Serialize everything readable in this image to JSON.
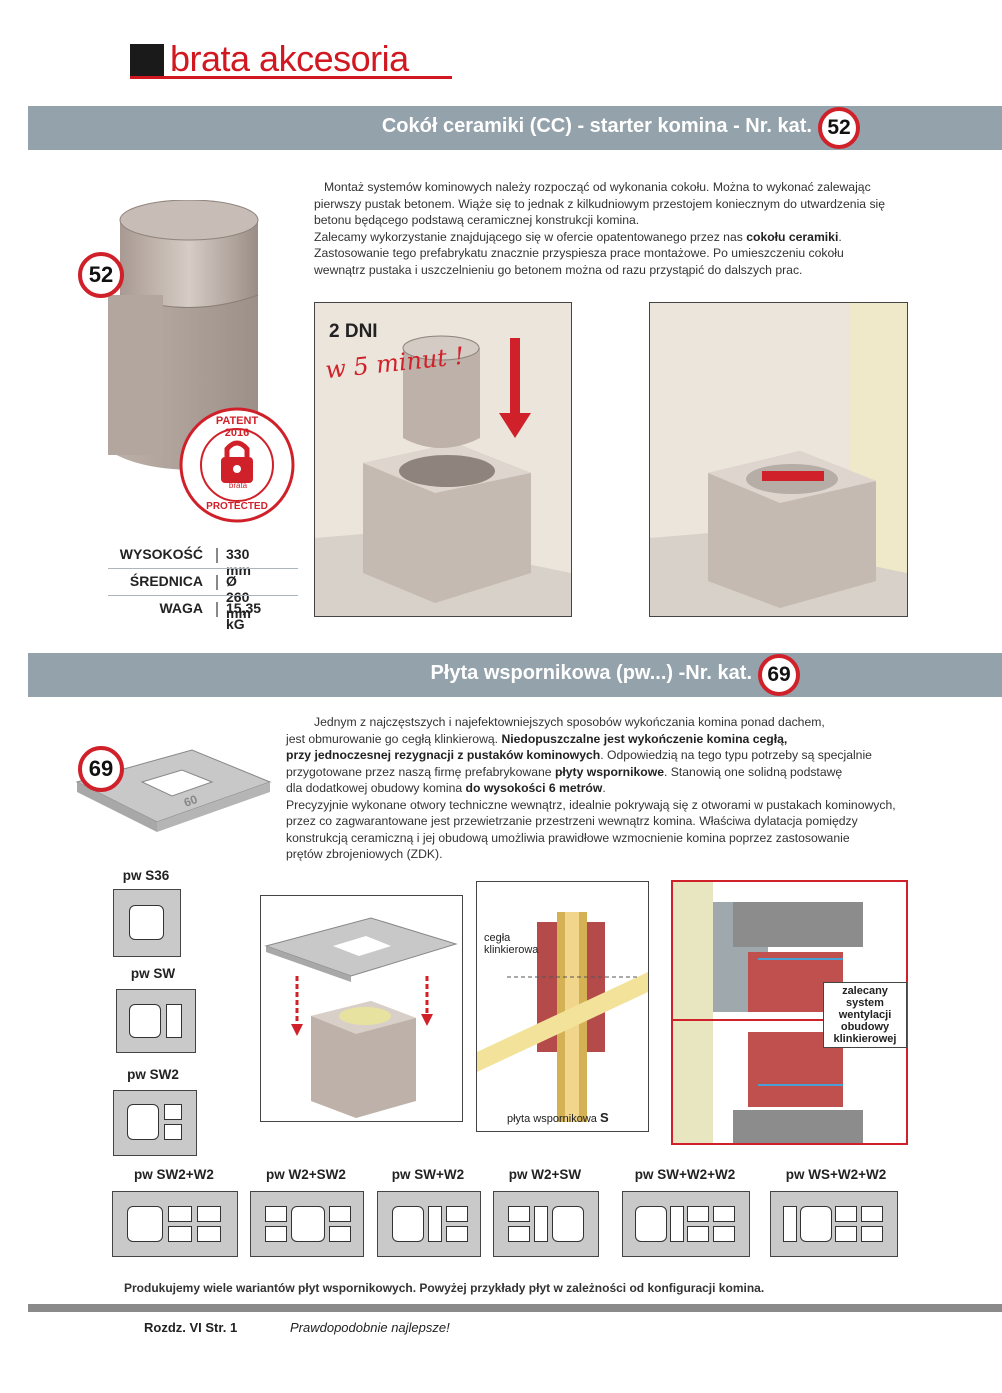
{
  "header": {
    "brand": "brata akcesoria"
  },
  "section1": {
    "title": "Cokół ceramiki (CC) - starter komina - Nr. kat.",
    "number": "52",
    "product_badge": "52",
    "paragraph": {
      "p1": "Montaż systemów kominowych należy rozpocząć od wykonania cokołu. Można to wykonać zalewając pierwszy pustak betonem. Wiąże się to jednak z kilkudniowym przestojem koniecznym do utwardzenia się betonu będącego podstawą ceramicznej konstrukcji komina.",
      "p2a": "Zalecamy wykorzystanie znajdującego się w ofercie opatentowanego przez nas ",
      "p2b": "cokołu ceramiki",
      "p2c": ".",
      "p3": "Zastosowanie tego prefabrykatu znacznie przyspiesza prace montażowe. Po umieszczeniu cokołu wewnątrz pustaka i uszczelnieniu go betonem można od razu przystąpić do dalszych prac."
    },
    "image_text_days": "2 DNI",
    "image_text_minutes": "w 5 minut !",
    "seal": {
      "top": "PATENT 2016",
      "bottom": "PROTECTED",
      "brand": "brata"
    },
    "specs": [
      {
        "label": "WYSOKOŚĆ",
        "value": "330 mm"
      },
      {
        "label": "ŚREDNICA",
        "value": "Ø 260 mm"
      },
      {
        "label": "WAGA",
        "value": "15,35 kG"
      }
    ]
  },
  "section2": {
    "title": "Płyta wspornikowa (pw...) -Nr. kat.",
    "number": "69",
    "product_badge": "69",
    "paragraph": {
      "l1": "Jednym z najczęstszych i najefektowniejszych sposobów wykończania komina ponad dachem,",
      "l2a": "jest obmurowanie go cegłą klinkierową. ",
      "l2b": "Niedopuszczalne jest wykończenie komina cegłą,",
      "l3a": "przy jednoczesnej rezygnacji z pustaków kominowych",
      "l3b": ". Odpowiedzią na tego typu potrzeby są specjalnie",
      "l4a": "przygotowane przez naszą firmę prefabrykowane ",
      "l4b": "płyty wspornikowe",
      "l4c": ". Stanowią one solidną podstawę",
      "l5a": "dla dodatkowej obudowy komina ",
      "l5b": "do wysokości 6 metrów",
      "l5c": ".",
      "l6": "Precyzyjnie wykonane otwory techniczne wewnątrz, idealnie pokrywają się z otworami w pustakach kominowych,",
      "l7": "przez co zagwarantowane jest przewietrzanie przestrzeni wewnątrz komina. Właściwa dylatacja pomiędzy",
      "l8": "konstrukcją ceramiczną i jej obudową umożliwia prawidłowe wzmocnienie komina poprzez zastosowanie",
      "l9": "prętów zbrojeniowych (ZDK)."
    },
    "diagram_label_brick": "cegła klinkierowa",
    "diagram_label_plate": "płyta wspornikowa",
    "diagram_label_plate_suffix": "S",
    "ventilation_label": "zalecany system wentylacji obudowy klinkierowej",
    "plate_marking": "60",
    "variants_left": [
      {
        "label": "pw S36"
      },
      {
        "label": "pw SW"
      },
      {
        "label": "pw SW2"
      }
    ],
    "variants_bottom": [
      {
        "label": "pw SW2+W2"
      },
      {
        "label": "pw W2+SW2"
      },
      {
        "label": "pw SW+W2"
      },
      {
        "label": "pw W2+SW"
      },
      {
        "label": "pw SW+W2+W2"
      },
      {
        "label": "pw WS+W2+W2"
      }
    ],
    "footnote": "Produkujemy wiele wariantów płyt wspornikowych. Powyżej przykłady płyt w zależności od konfiguracji komina."
  },
  "footer": {
    "chapter": "Rozdz. VI  Str. 1",
    "slogan": "Prawdopodobnie najlepsze!"
  },
  "colors": {
    "brand_red": "#d11820",
    "bar_gray": "#94a2ab",
    "badge_red": "#d0212a"
  }
}
